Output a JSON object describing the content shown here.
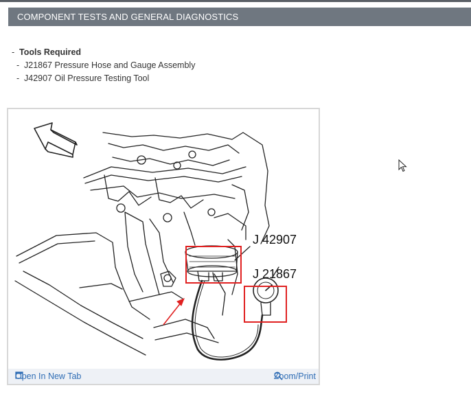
{
  "header": {
    "title": "COMPONENT TESTS AND GENERAL DIAGNOSTICS"
  },
  "tools": {
    "heading": "Tools Required",
    "items": [
      "J21867 Pressure Hose and Gauge Assembly",
      "J42907 Oil Pressure Testing Tool"
    ]
  },
  "figure": {
    "callouts": [
      "J 42907",
      "J 21867"
    ],
    "open_tab_label": "Open In New Tab",
    "zoom_label": "Zoom/Print",
    "highlight_color": "#e02020"
  },
  "icons": [
    "open-new-tab-icon",
    "zoom-icon",
    "arrow-direction-icon",
    "mouse-cursor-icon"
  ]
}
